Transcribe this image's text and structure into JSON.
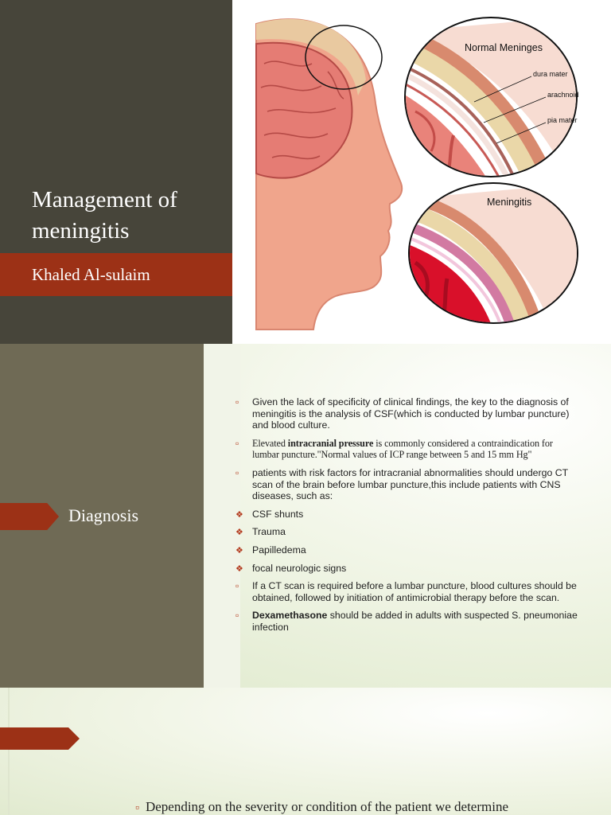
{
  "slide1": {
    "title": "Management of meningitis",
    "author": "Khaled Al-sulaim",
    "illustration": {
      "normal_label": "Normal Meninges",
      "layers": [
        "dura mater",
        "arachnoid",
        "pia mater"
      ],
      "meningitis_label": "Meningitis"
    }
  },
  "slide2": {
    "heading": "Diagnosis",
    "bullets": [
      {
        "marker": "square",
        "text": "Given the lack of specificity of clinical findings, the key to the diagnosis of meningitis is the analysis of CSF(which is conducted by lumbar puncture) and blood culture."
      },
      {
        "marker": "square",
        "pre": "Elevated ",
        "bold": "intracranial pressure",
        "post": " is commonly considered a contraindication for lumbar puncture.\"Normal values of ICP range between 5 and 15 mm Hg\""
      },
      {
        "marker": "square",
        "text": "patients with risk factors for intracranial abnormalities should undergo CT scan of the brain before lumbar puncture,this include patients with CNS diseases, such as:"
      },
      {
        "marker": "diamond",
        "text": "CSF shunts"
      },
      {
        "marker": "diamond",
        "text": "Trauma"
      },
      {
        "marker": "diamond",
        "text": "Papilledema"
      },
      {
        "marker": "diamond",
        "text": "focal neurologic signs"
      },
      {
        "marker": "square",
        "text": "If a CT scan is required before a lumbar puncture, blood cultures should be obtained, followed by initiation of antimicrobial therapy before the scan."
      },
      {
        "marker": "square",
        "bold": "Dexamethasone",
        "post": " should be added in adults with suspected S. pneumoniae infection"
      }
    ]
  },
  "slide3": {
    "text": "Depending on the severity or condition of the patient we determine"
  },
  "colors": {
    "title_panel": "#47453a",
    "accent": "#9c3116",
    "diagnosis_panel": "#6f6a55"
  }
}
